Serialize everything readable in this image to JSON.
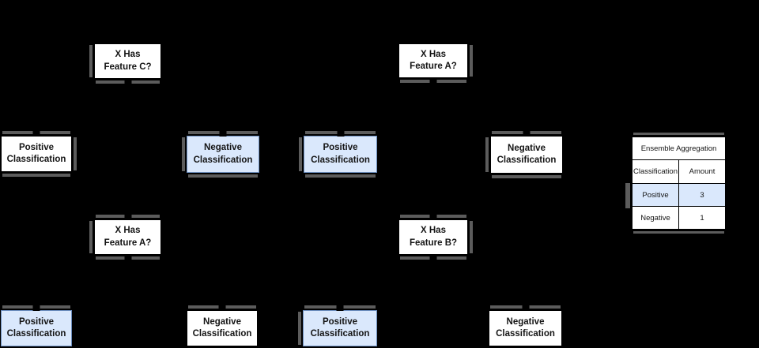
{
  "colors": {
    "background": "#000000",
    "node_fill": "#ffffff",
    "node_border": "#000000",
    "highlight_fill": "#dae8fc",
    "highlight_border": "#6c8ebf",
    "shadow": "#5c5c5c",
    "text": "#141414"
  },
  "trees": [
    {
      "root": "X Has\nFeature C?",
      "children": [
        {
          "label": "Positive\nClassification",
          "highlighted": false
        },
        {
          "label": "Negative\nClassification",
          "highlighted": true
        }
      ]
    },
    {
      "root": "X Has\nFeature A?",
      "children": [
        {
          "label": "Positive\nClassification",
          "highlighted": true
        },
        {
          "label": "Negative\nClassification",
          "highlighted": false
        }
      ]
    },
    {
      "root": "X Has\nFeature A?",
      "children": [
        {
          "label": "Positive\nClassification",
          "highlighted": true
        },
        {
          "label": "Negative\nClassification",
          "highlighted": false
        }
      ]
    },
    {
      "root": "X Has\nFeature B?",
      "children": [
        {
          "label": "Positive\nClassification",
          "highlighted": true
        },
        {
          "label": "Negative\nClassification",
          "highlighted": false
        }
      ]
    }
  ],
  "table": {
    "title": "Ensemble Aggregation",
    "columns": [
      "Classification",
      "Amount"
    ],
    "rows": [
      {
        "classification": "Positive",
        "amount": "3",
        "highlighted": true
      },
      {
        "classification": "Negative",
        "amount": "1",
        "highlighted": false
      }
    ]
  }
}
